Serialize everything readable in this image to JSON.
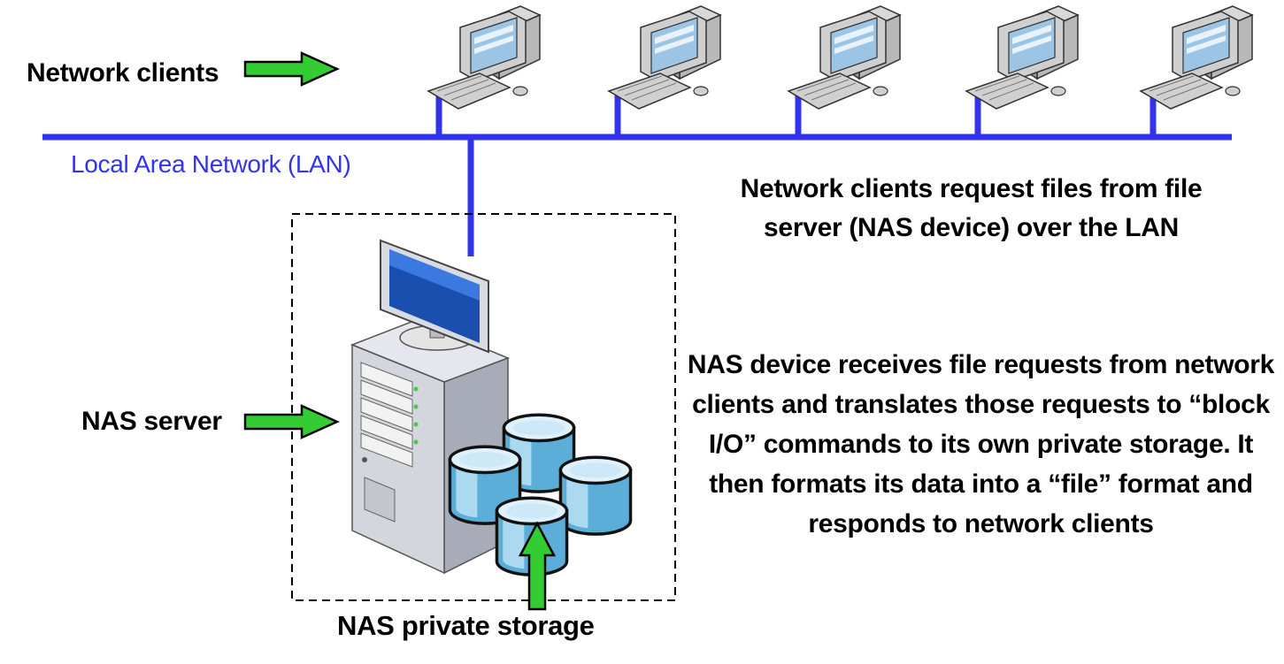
{
  "labels": {
    "network_clients": "Network clients",
    "lan": "Local Area Network (LAN)",
    "nas_server": "NAS server",
    "nas_private_storage": "NAS private storage"
  },
  "captions": {
    "request_flow": "Network clients request files from file server (NAS device) over the LAN",
    "nas_processing": "NAS device receives file requests from network clients and translates those requests to “block I/O” commands to its own private storage. It then formats its data into a “file” format and responds to network clients"
  },
  "nodes": {
    "client_count": 5,
    "storage_disk_count": 4
  },
  "colors": {
    "lan_line": "#3333ee",
    "arrow_fill": "#33cc33",
    "arrow_stroke": "#000000",
    "boundary": "#000000",
    "disk": "#5aaed8"
  },
  "icons": {
    "client": "desktop-computer-icon",
    "server": "server-tower-icon",
    "disk": "database-cylinder-icon",
    "arrow": "right-arrow-icon"
  }
}
